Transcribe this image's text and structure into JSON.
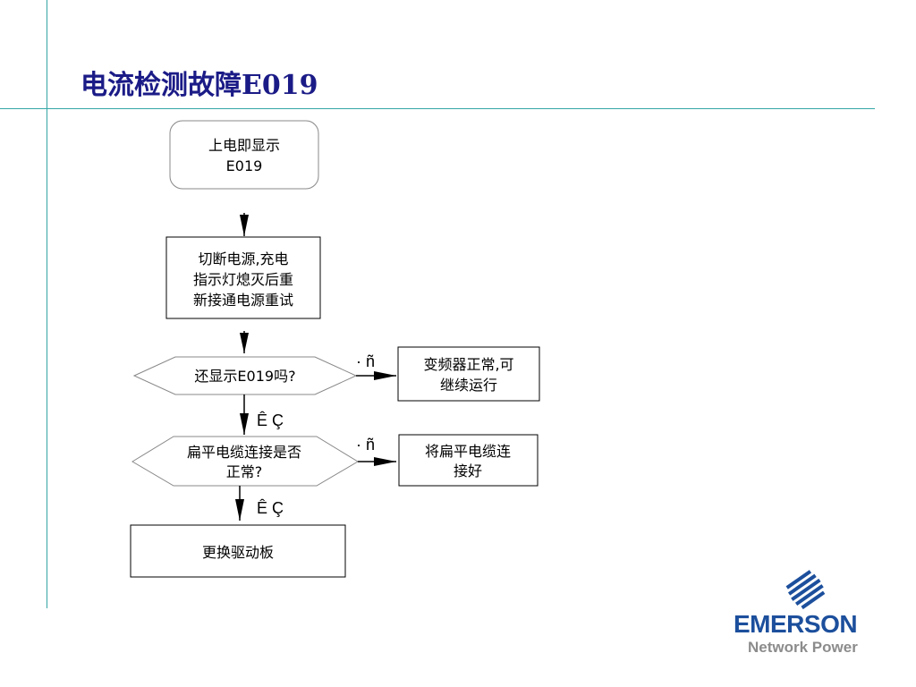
{
  "slide": {
    "title": "电流检测故障E019"
  },
  "flow": {
    "start": {
      "line1": "上电即显示",
      "line2": "E019"
    },
    "step1": {
      "line1": "切断电源,充电",
      "line2": "指示灯熄灭后重",
      "line3": "新接通电源重试"
    },
    "decision1": {
      "line1": "还显示E019吗?"
    },
    "result1": {
      "line1": "变频器正常,可",
      "line2": "继续运行"
    },
    "decision2": {
      "line1": "扁平电缆连接是否",
      "line2": "正常?"
    },
    "result2": {
      "line1": "将扁平电缆连",
      "line2": "接好"
    },
    "final": {
      "line1": "更换驱动板"
    },
    "branch_no_1": "· ñ",
    "branch_yes_1": "Ê Ç",
    "branch_no_2": "· ñ",
    "branch_yes_2": "Ê Ç"
  },
  "logo": {
    "name": "EMERSON",
    "tm": ".",
    "subtitle": "Network Power"
  },
  "colors": {
    "title": "#1b1b87",
    "rule": "#34a6a6",
    "logo_blue": "#1c4f9c",
    "logo_gray": "#8c8c8c"
  }
}
